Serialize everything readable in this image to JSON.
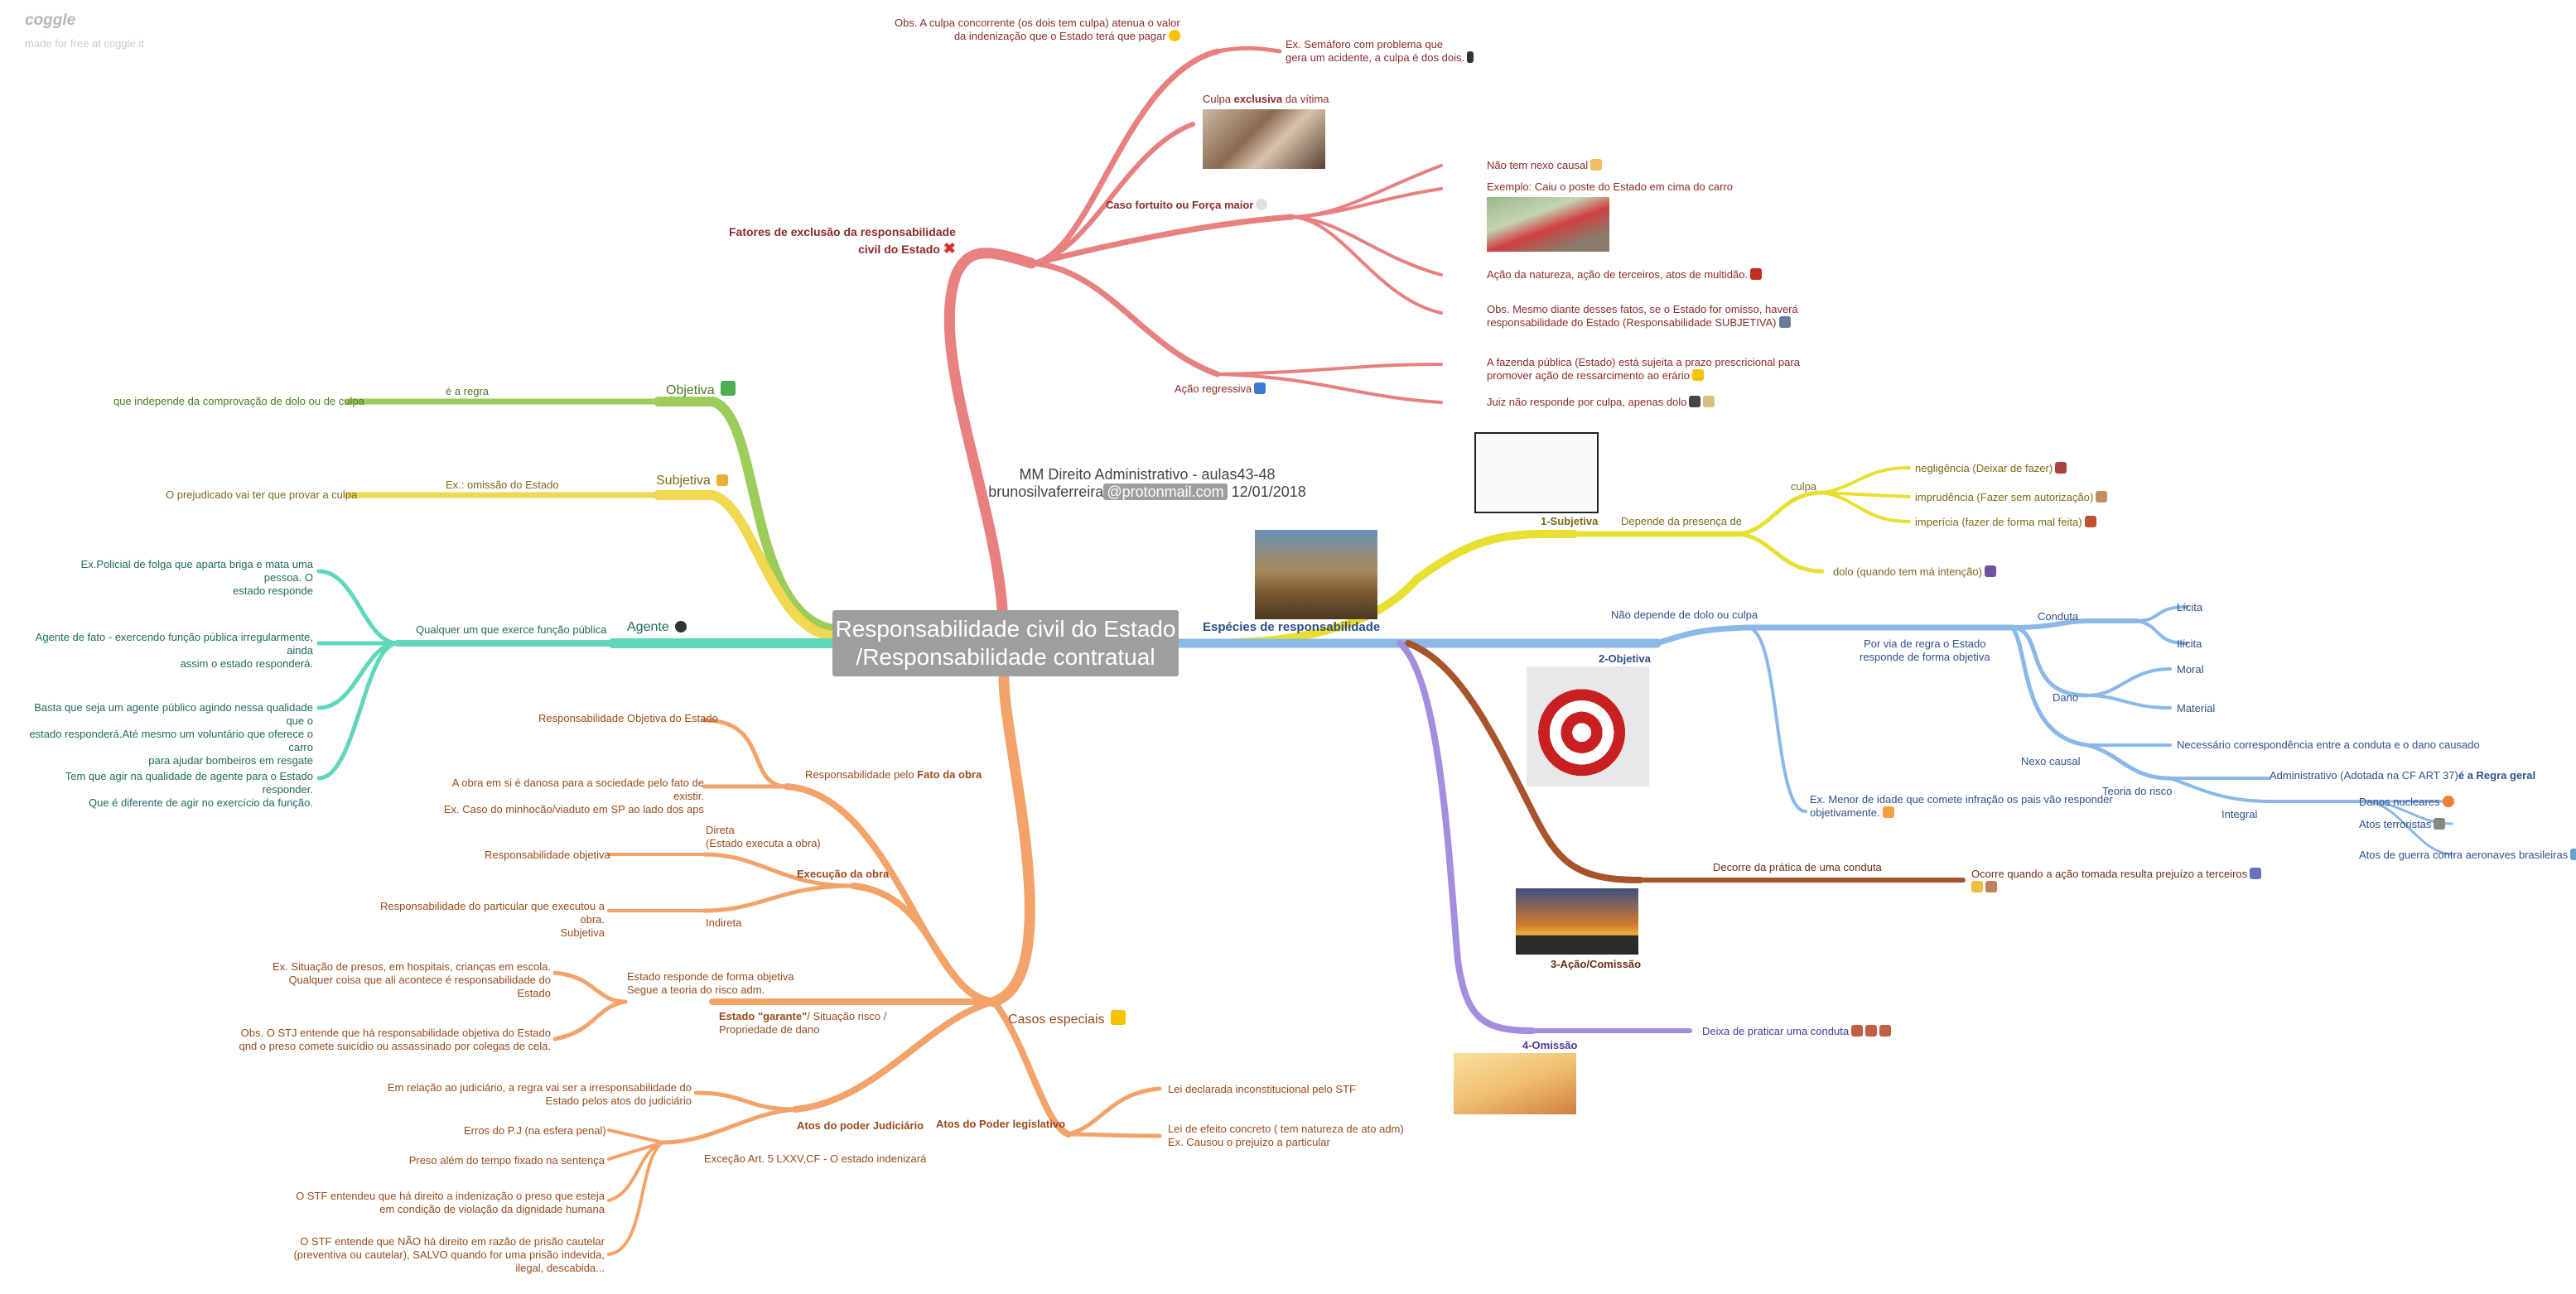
{
  "app": {
    "logo": "coggle",
    "tagline": "made for free at coggle.it"
  },
  "central": {
    "line1": "Responsabilidade civil do Estado",
    "line2": "/Responsabilidade contratual"
  },
  "note": {
    "line1": "MM Direito Administrativo - aulas43-48",
    "author": "brunosilvaferreira",
    "email": "@protonmail.com",
    "date": "12/01/2018"
  },
  "colors": {
    "red": "#e88080",
    "green": "#9ccc5a",
    "yellow": "#f0d850",
    "teal": "#5fd8b8",
    "orange": "#f3a36a",
    "blue": "#8ab8e8",
    "brown": "#a8542a",
    "purple": "#a28ee0",
    "yellow2": "#e8e030"
  },
  "exclusao": {
    "title1": "Fatores de exclusão da responsabilidade",
    "title2": "civil do Estado",
    "obs1": "Obs. A culpa concorrente (os dois tem culpa) atenua o valor",
    "obs2": "da indenização que o Estado terá que pagar",
    "ex1": "Ex. Semáforo com problema que",
    "ex2": "gera um acidente, a culpa é dos dois.",
    "culpa_pre": "Culpa",
    "culpa_bold": "exclusiva",
    "culpa_post": "da vítima",
    "caso": "Caso fortuito ou Força maior",
    "nexo": "Não tem nexo causal",
    "exemplo": "Exemplo: Caiu o poste do Estado em cima do carro",
    "acao_nat": "Ação da natureza, ação de terceiros, atos de multidão.",
    "obs_mesmo1": "Obs. Mesmo diante desses fatos, se o Estado for omisso, haverá",
    "obs_mesmo2": "responsabilidade do Estado (Responsabilidade SUBJETIVA)",
    "regressiva": "Ação regressiva",
    "fazenda1": "A fazenda pública (Estado) está sujeita a prazo prescricional para",
    "fazenda2": "promover ação de ressarcimento ao erário",
    "juiz": "Juiz não responde por culpa, apenas dolo"
  },
  "objetiva": {
    "label": "Objetiva",
    "regra": "é a regra",
    "desc": "que independe da comprovação de dolo ou de culpa"
  },
  "subjetiva": {
    "label": "Subjetiva",
    "ex": "Ex.: omissão do Estado",
    "desc": "O prejudicado vai ter que provar a culpa"
  },
  "agente": {
    "label": "Agente",
    "qualquer": "Qualquer um que exerce função pública",
    "ex_a1": "Ex.Policial de folga que aparta briga e mata uma pessoa. O",
    "ex_a2": "estado responde",
    "ex_b1": "Agente de fato - exercendo função pública irregularmente, ainda",
    "ex_b2": "assim o estado responderá.",
    "ex_c1": "Basta que seja um agente público agindo nessa qualidade que o",
    "ex_c2": "estado responderá.Até mesmo um voluntário que oferece o carro",
    "ex_c3": "para ajudar bombeiros em resgate",
    "ex_d1": "Tem que agir na qualidade de agente para o Estado responder.",
    "ex_d2": "Que é diferente de agir no exercício da função."
  },
  "casos": {
    "label": "Casos especiais",
    "fato_pre": "Responsabilidade pelo",
    "fato_bold": "Fato da obra",
    "fato_obj": "Responsabilidade Objetiva do Estado",
    "fato_obra1": "A obra em si é danosa para a sociedade pelo fato de existir.",
    "fato_obra2": "Ex. Caso do minhocão/viaduto em SP ao lado dos aps",
    "exec": "Execução da obra",
    "direta1": "Direta",
    "direta2": "(Estado executa a obra)",
    "resp_obj": "Responsabilidade objetiva",
    "indireta": "Indireta",
    "resp_part1": "Responsabilidade do particular que executou a obra.",
    "resp_part2": "Subjetiva",
    "garante_bold": "Estado \"garante\"",
    "garante_post": "/ Situação risco /",
    "garante2": "Propriedade de dano",
    "estado_resp1": "Estado responde de forma objetiva",
    "estado_resp2": "Segue a teoria do risco adm.",
    "sit1": "Ex. Situação de presos, em hospitais, crianças em escola.",
    "sit2": "Qualquer coisa que ali acontece é responsabilidade do Estado",
    "stj1": "Obs. O STJ entende que há responsabilidade objetiva do Estado",
    "stj2": "qnd o preso comete suicídio ou assassinado por colegas de cela.",
    "judic": "Atos do poder Judiciário",
    "judic_reg1": "Em relação ao judiciário, a regra vai ser a irresponsabilidade do",
    "judic_reg2": "Estado pelos atos do judiciário",
    "excecao": "Exceção Art. 5 LXXV,CF - O estado indenizará",
    "erros": "Erros do P.J (na esfera penal)",
    "preso": "Preso além do tempo fixado na sentença",
    "stf1a": "O STF entendeu que há direito a indenização o preso que esteja",
    "stf1b": "em condição de violação da dignidade humana",
    "stf2a": "O STF entende que NÃO há direito em razão de prisão cautelar",
    "stf2b": "(preventiva ou cautelar), SALVO quando for uma prisão indevida,",
    "stf2c": "ilegal, descabida...",
    "legis": "Atos do Poder legislativo",
    "lei_inc": "Lei declarada inconstitucional pelo STF",
    "lei_ef1": "Lei de efeito concreto ( tem natureza de ato adm)",
    "lei_ef2": "Ex. Causou o prejuízo a particular"
  },
  "especies": {
    "label": "Espécies de responsabilidade",
    "subj": "1-Subjetiva",
    "depende": "Depende da presença de",
    "culpa": "culpa",
    "neglig": "negligência (Deixar de fazer)",
    "impru": "imprudência (Fazer sem autorização)",
    "imper": "imperícia (fazer de forma mal feita)",
    "dolo": "dolo (quando tem má intenção)",
    "obj": "2-Objetiva",
    "nao_dep": "Não depende de dolo ou culpa",
    "regra1": "Por via de regra o Estado",
    "regra2": "responde de forma objetiva",
    "conduta": "Conduta",
    "licita": "Lícita",
    "ilicita": "Ilícita",
    "dano": "Dano",
    "moral": "Moral",
    "material": "Material",
    "nexo": "Nexo causal",
    "nec": "Necessário correspondência entre a conduta e o dano causado",
    "teoria": "Teoria do risco",
    "admin_pre": "Administrativo (Adotada na CF ART 37)",
    "admin_bold": "é a Regra geral",
    "integral": "Integral",
    "danos_nuc": "Danos nucleares",
    "atos_terr": "Atos terroristas",
    "atos_guerra": "Atos de guerra contra aeronaves brasileiras",
    "menor1": "Ex. Menor de idade que comete infração os pais vão responder",
    "menor2": "objetivamente.",
    "acao": "3-Ação/Comissão",
    "decorre": "Decorre da prática de uma conduta",
    "ocorre": "Ocorre quando a ação tomada resulta prejuízo a terceiros",
    "omissao": "4-Omissão",
    "deixa": "Deixa de praticar uma conduta"
  }
}
